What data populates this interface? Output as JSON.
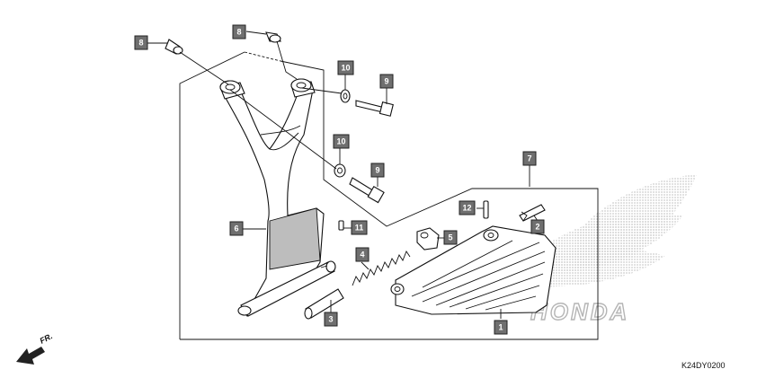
{
  "diagram_code": "K24DY0200",
  "direction_label": "FR.",
  "watermark": "HONDA",
  "callouts": [
    {
      "id": "callout-8a",
      "label": "8"
    },
    {
      "id": "callout-8b",
      "label": "8"
    },
    {
      "id": "callout-10a",
      "label": "10"
    },
    {
      "id": "callout-9a",
      "label": "9"
    },
    {
      "id": "callout-10b",
      "label": "10"
    },
    {
      "id": "callout-9b",
      "label": "9"
    },
    {
      "id": "callout-7",
      "label": "7"
    },
    {
      "id": "callout-12",
      "label": "12"
    },
    {
      "id": "callout-2",
      "label": "2"
    },
    {
      "id": "callout-6",
      "label": "6"
    },
    {
      "id": "callout-11",
      "label": "11"
    },
    {
      "id": "callout-5",
      "label": "5"
    },
    {
      "id": "callout-4",
      "label": "4"
    },
    {
      "id": "callout-3",
      "label": "3"
    },
    {
      "id": "callout-1",
      "label": "1"
    }
  ]
}
